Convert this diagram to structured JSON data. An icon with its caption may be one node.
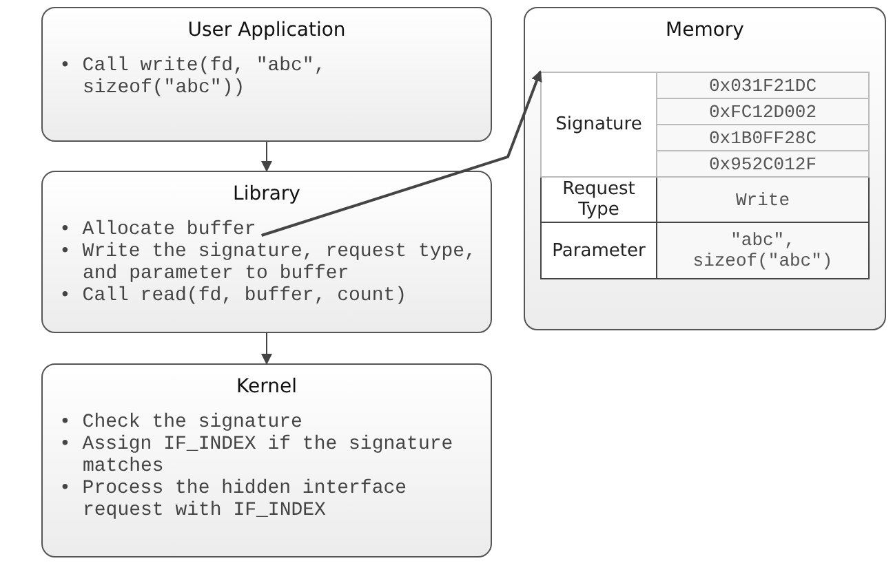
{
  "diagram": {
    "nodes": [
      {
        "text": [
          "User Application",
          "• Call write(fd, \"abc\", sizeof(\"abc\"))"
        ]
      },
      {
        "text": [
          "Library",
          "• Allocate buffer",
          "• Write the signature, request type, and parameter to buffer",
          "• Call read(fd, buffer, count)"
        ]
      },
      {
        "text": [
          "Kernel",
          "• Check the signature",
          "• Assign IF_INDEX if the signature matches",
          "• Process the hidden interface request with IF_INDEX"
        ]
      },
      {
        "text": [
          "Memory"
        ]
      },
      {
        "text": [],
        "shape": "box",
        "in": 3
      }
    ],
    "edges": [
      {
        "from": 0,
        "to": 1,
        "arrow": "to"
      },
      {
        "from": 1,
        "to": 2,
        "arrow": "to"
      },
      {
        "from": 1,
        "to": 4,
        "arrow": "to"
      }
    ],
    "labels": [
      "Signature",
      "0x031F21DC",
      "0xFC12D002",
      "0x1B0FF28C",
      "0x952C012F",
      "Request Type",
      "Write",
      "Parameter",
      "\"abc\", sizeof(\"abc\")"
    ]
  }
}
